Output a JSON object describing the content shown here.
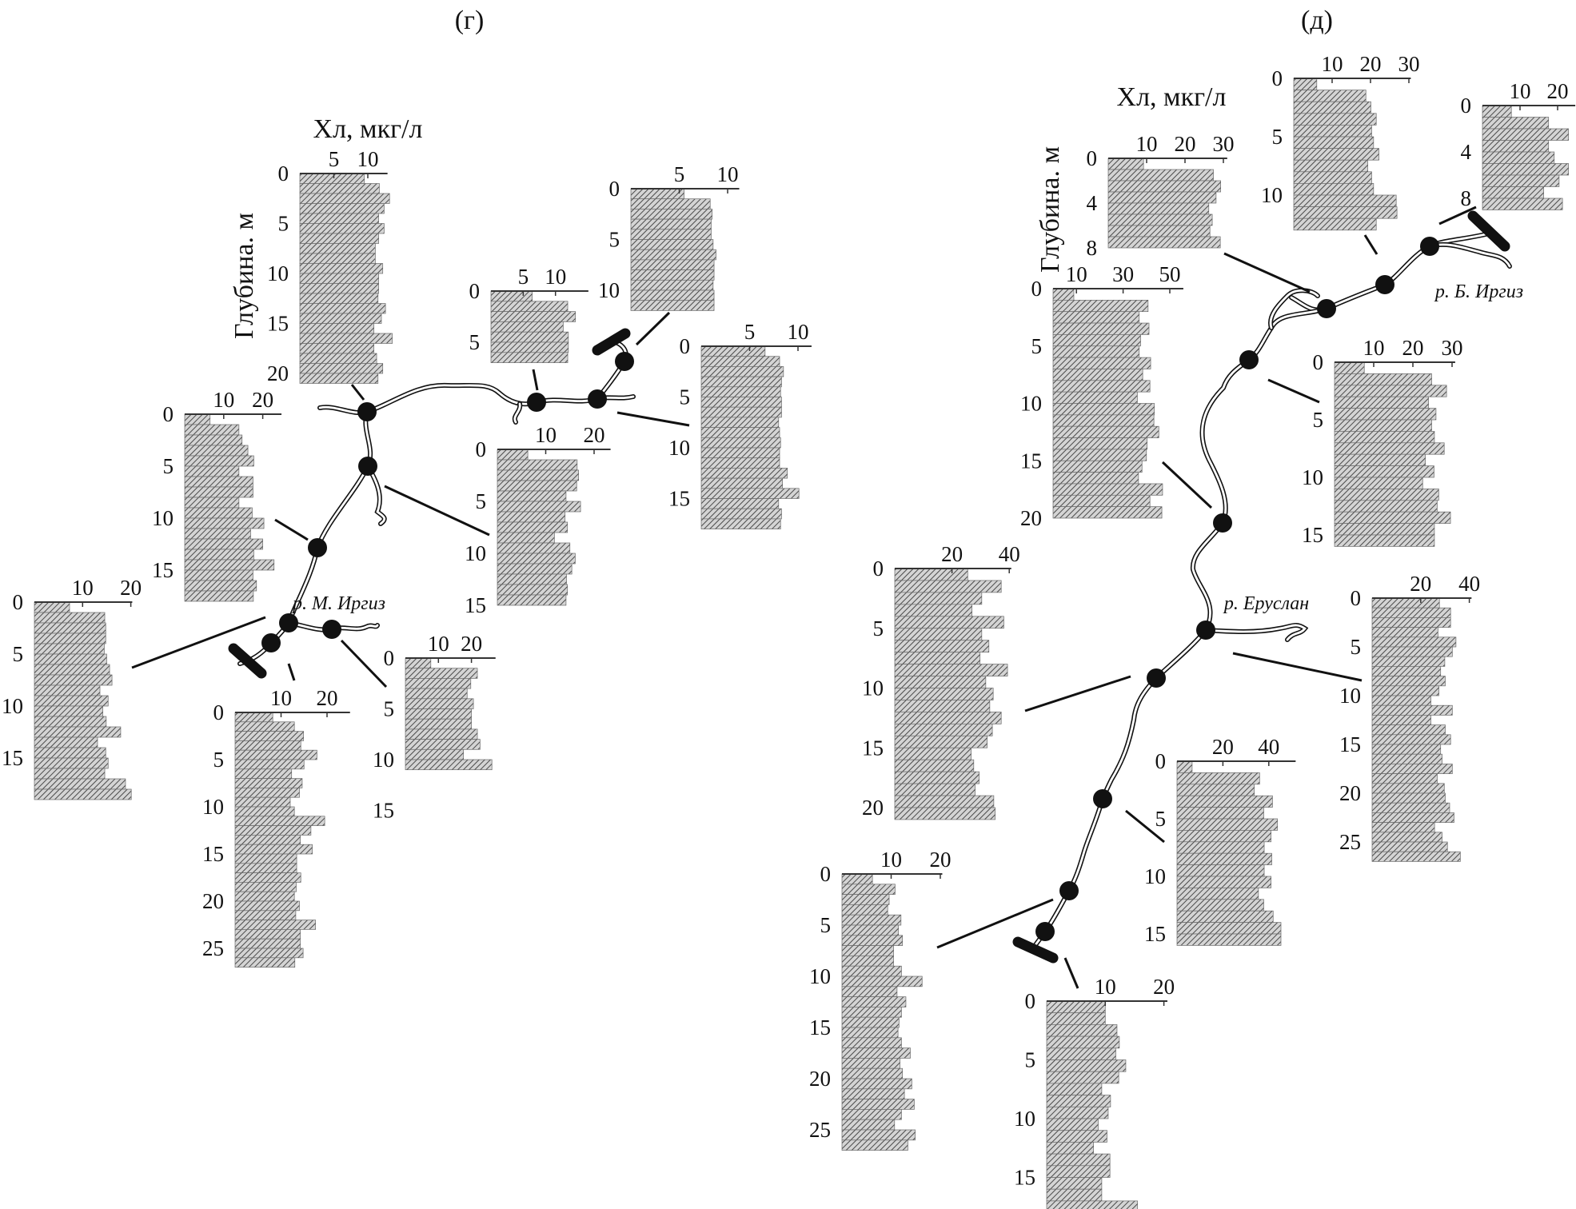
{
  "chart_data": {
    "type": "bar",
    "orientation": "horizontal",
    "description_units": {
      "x": "Хл, мкг/л",
      "y": "Глубина. м"
    },
    "bar_depth_step_m": 1,
    "panels": [
      {
        "title": "(г)",
        "xlabel": "Хл, мкг/л",
        "ylabel": "Глубина. м",
        "river_labels": [
          "р. М. Иргиз"
        ],
        "profiles": [
          {
            "x_ticks": [
              5,
              10
            ],
            "depth_ticks": [
              0,
              5,
              10,
              15,
              20
            ],
            "values": [
              9.5,
              11.7,
              13.2,
              12.4,
              11.6,
              12.4,
              11.6,
              11.1,
              11.1,
              12.2,
              11.6,
              11.6,
              11.5,
              12.6,
              12.0,
              10.9,
              13.6,
              10.9,
              11.3,
              12.2,
              11.5
            ]
          },
          {
            "x_ticks": [
              5,
              10
            ],
            "depth_ticks": [
              0,
              5
            ],
            "values": [
              6.4,
              11.9,
              13.1,
              11.2,
              12.0,
              12.0,
              11.9
            ]
          },
          {
            "x_ticks": [
              5,
              10
            ],
            "depth_ticks": [
              0,
              5,
              10
            ],
            "values": [
              5.5,
              8.2,
              8.4,
              8.3,
              8.3,
              8.5,
              8.8,
              8.6,
              8.6,
              8.5,
              8.6,
              8.6
            ]
          },
          {
            "x_ticks": [
              5,
              10
            ],
            "depth_ticks": [
              0,
              5,
              10,
              15
            ],
            "values": [
              6.6,
              8.1,
              8.5,
              8.3,
              8.2,
              8.3,
              8.3,
              8.0,
              8.1,
              8.2,
              8.1,
              8.1,
              8.9,
              8.4,
              10.1,
              8.0,
              8.3,
              8.2
            ]
          },
          {
            "x_ticks": [
              10,
              20
            ],
            "depth_ticks": [
              0,
              5,
              10,
              15
            ],
            "values": [
              6.3,
              16.5,
              16.8,
              16.4,
              14.2,
              17.2,
              14.0,
              14.5,
              11.8,
              15.0,
              16.1,
              15.4,
              14.3,
              14.5,
              14.2
            ]
          },
          {
            "x_ticks": [
              10,
              20
            ],
            "depth_ticks": [
              0,
              5,
              10,
              15
            ],
            "values": [
              6.5,
              13.9,
              14.7,
              16.2,
              17.7,
              13.9,
              17.5,
              17.5,
              13.9,
              17.3,
              20.3,
              16.9,
              20.0,
              17.7,
              22.9,
              17.5,
              18.4,
              17.6
            ]
          },
          {
            "x_ticks": [
              10,
              20
            ],
            "depth_ticks": [
              0,
              5,
              10,
              15
            ],
            "values": [
              7.3,
              14.6,
              14.8,
              14.8,
              14.5,
              15.0,
              15.6,
              16.1,
              13.6,
              15.3,
              14.2,
              14.9,
              17.9,
              13.1,
              14.8,
              15.3,
              14.6,
              18.9,
              20.1
            ]
          },
          {
            "x_ticks": [
              10,
              20
            ],
            "depth_ticks": [
              0,
              5,
              10,
              15,
              20,
              25
            ],
            "values": [
              8.2,
              12.9,
              14.9,
              14.3,
              17.8,
              15.0,
              12.3,
              14.6,
              14.0,
              12.0,
              12.9,
              19.5,
              16.5,
              14.2,
              16.8,
              13.4,
              13.4,
              14.3,
              13.3,
              12.9,
              14.0,
              13.2,
              17.5,
              14.2,
              14.2,
              14.8,
              13.0
            ]
          },
          {
            "x_ticks": [
              10,
              20
            ],
            "depth_ticks": [
              0,
              5,
              10,
              15
            ],
            "values": [
              7.7,
              21.8,
              19.8,
              18.7,
              20.6,
              20.0,
              20.0,
              21.8,
              22.6,
              17.6,
              26.2
            ]
          }
        ]
      },
      {
        "title": "(д)",
        "xlabel": "Хл, мкг/л",
        "ylabel": "Глубина. м",
        "river_labels": [
          "р. Б. Иргиз",
          "р. Еруслан"
        ],
        "profiles": [
          {
            "x_ticks": [
              10,
              20,
              30
            ],
            "depth_ticks": [
              0,
              4,
              8
            ],
            "values": [
              9.2,
              27.4,
              29.3,
              28.1,
              26.2,
              27.1,
              26.5,
              29.2
            ]
          },
          {
            "x_ticks": [
              10,
              20,
              30
            ],
            "depth_ticks": [
              0,
              5,
              10
            ],
            "values": [
              6.0,
              18.8,
              20.1,
              21.5,
              20.3,
              20.8,
              22.2,
              19.3,
              20.3,
              20.8,
              26.7,
              26.9,
              21.5
            ]
          },
          {
            "x_ticks": [
              10,
              20
            ],
            "depth_ticks": [
              0,
              4,
              8
            ],
            "values": [
              7.7,
              17.6,
              22.9,
              17.6,
              19.1,
              22.9,
              20.4,
              16.3,
              21.3
            ]
          },
          {
            "x_ticks": [
              10,
              30,
              50
            ],
            "depth_ticks": [
              0,
              5,
              10,
              15,
              20
            ],
            "values": [
              8.9,
              40.7,
              36.9,
              41.1,
              37.5,
              36.9,
              41.8,
              38.4,
              41.5,
              36.1,
              43.4,
              43.2,
              45.3,
              40.3,
              40.0,
              38.1,
              36.6,
              46.9,
              41.5,
              46.6
            ]
          },
          {
            "x_ticks": [
              10,
              20,
              30
            ],
            "depth_ticks": [
              0,
              5,
              10,
              15
            ],
            "values": [
              7.6,
              24.8,
              28.6,
              24.0,
              25.9,
              24.8,
              25.5,
              28.0,
              23.2,
              25.4,
              22.5,
              26.6,
              26.2,
              29.6,
              25.5,
              25.5
            ]
          },
          {
            "x_ticks": [
              20,
              40
            ],
            "depth_ticks": [
              0,
              5,
              10,
              15,
              20
            ],
            "values": [
              25.5,
              37.2,
              30.4,
              27.0,
              38.1,
              30.4,
              32.9,
              29.8,
              39.4,
              31.8,
              34.4,
              33.2,
              37.2,
              34.1,
              32.3,
              26.7,
              27.6,
              29.5,
              28.1,
              34.6,
              35.1
            ]
          },
          {
            "x_ticks": [
              20,
              40
            ],
            "depth_ticks": [
              0,
              5,
              10,
              15,
              20,
              25
            ],
            "values": [
              27.7,
              32.3,
              32.3,
              27.1,
              34.5,
              33.0,
              29.9,
              28.2,
              30.1,
              27.5,
              24.2,
              33.0,
              24.2,
              30.1,
              32.3,
              28.2,
              28.8,
              33.0,
              26.8,
              29.7,
              30.1,
              31.9,
              33.7,
              25.7,
              28.8,
              31.0,
              36.3
            ]
          },
          {
            "x_ticks": [
              20,
              40
            ],
            "depth_ticks": [
              0,
              5,
              10,
              15
            ],
            "values": [
              6.6,
              36.0,
              33.7,
              41.6,
              37.8,
              43.8,
              41.0,
              38.0,
              41.3,
              38.0,
              41.0,
              35.5,
              37.8,
              41.9,
              45.3,
              45.3
            ]
          },
          {
            "x_ticks": [
              10,
              20
            ],
            "depth_ticks": [
              0,
              5,
              10,
              15,
              20,
              25
            ],
            "values": [
              6.2,
              10.8,
              9.6,
              9.3,
              12.0,
              11.5,
              12.3,
              10.5,
              10.5,
              12.1,
              16.3,
              11.2,
              13.0,
              12.1,
              11.6,
              11.4,
              12.1,
              13.9,
              11.8,
              12.3,
              14.2,
              12.7,
              14.7,
              12.1,
              10.7,
              14.9,
              13.4
            ]
          },
          {
            "x_ticks": [
              10,
              20
            ],
            "depth_ticks": [
              0,
              5,
              10,
              15
            ],
            "values": [
              10.0,
              10.0,
              12.0,
              12.4,
              11.8,
              13.5,
              12.3,
              9.4,
              10.9,
              10.5,
              8.8,
              10.3,
              8.0,
              10.8,
              10.8,
              9.4,
              9.4,
              15.5
            ]
          }
        ]
      }
    ],
    "colors": {
      "bar_fill": "#d4d4d4",
      "hatch": "#4a4a4a",
      "ink": "#111111"
    }
  }
}
